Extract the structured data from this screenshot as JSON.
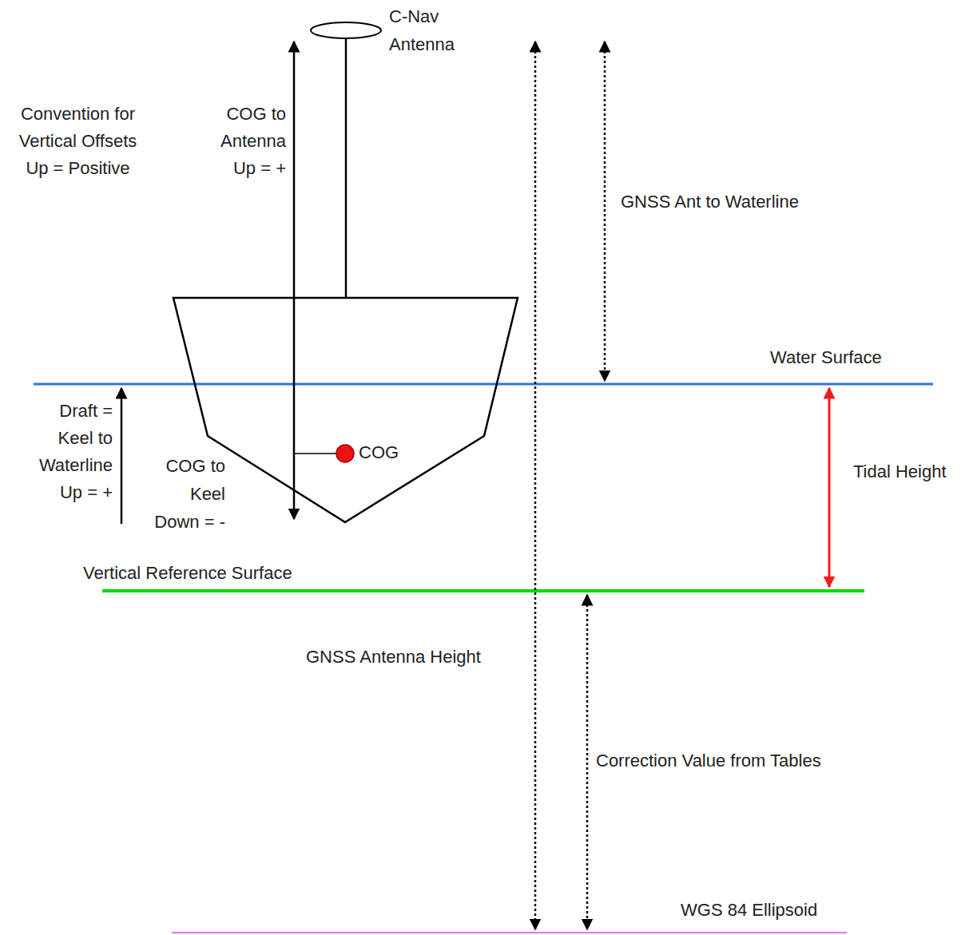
{
  "diagram": {
    "labels": [
      "C-Nav Antenna",
      "Convention for Vertical Offsets Up = Positive",
      "COG to Antenna Up = +",
      "GNSS Ant to Waterline",
      "Water Surface",
      "Draft = Keel to Waterline Up = +",
      "COG",
      "COG to Keel Down = -",
      "Tidal Height",
      "Vertical Reference Surface",
      "GNSS Antenna Height",
      "Correction Value from Tables",
      "WGS 84 Ellipsoid"
    ]
  }
}
